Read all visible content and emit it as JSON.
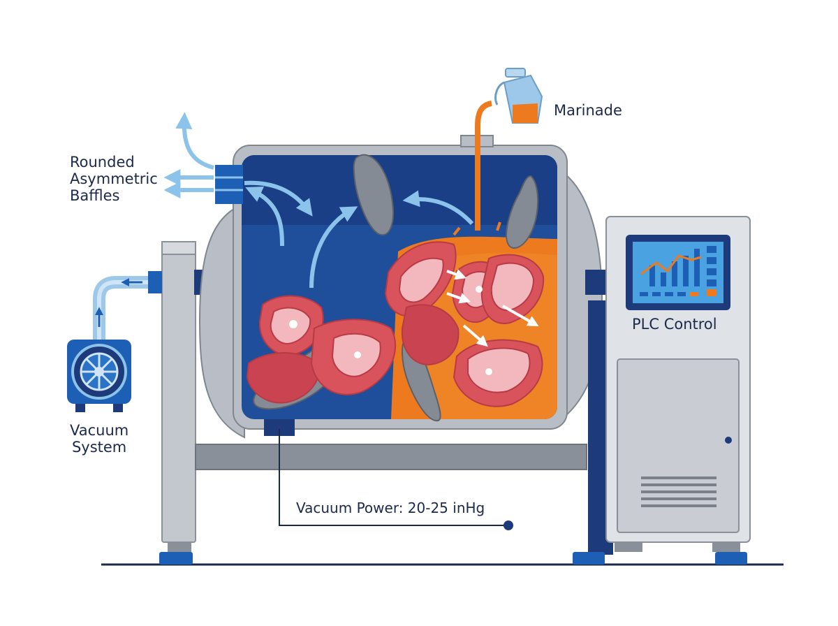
{
  "labels": {
    "baffles": [
      "Rounded",
      "Asymmetric",
      "Baffles"
    ],
    "marinade": "Marinade",
    "vacuum_system": [
      "Vacuum",
      "System"
    ],
    "plc_control": "PLC Control",
    "vacuum_power": "Vacuum Power: 20-25 inHg"
  },
  "colors": {
    "navy": "#1d3b7a",
    "drum_blue": "#1f4e9a",
    "steel": "#b9bec6",
    "steel_dark": "#8a9099",
    "marinade_orange": "#ee7a1f",
    "meat_red": "#d9535c",
    "meat_pink": "#f3b8bd",
    "arrow_light_blue": "#8cc3ea",
    "baffle_gray": "#858b94"
  },
  "icons": [
    "pitcher-icon",
    "vacuum-pump-icon",
    "monitor-chart-icon",
    "vent-icon"
  ]
}
